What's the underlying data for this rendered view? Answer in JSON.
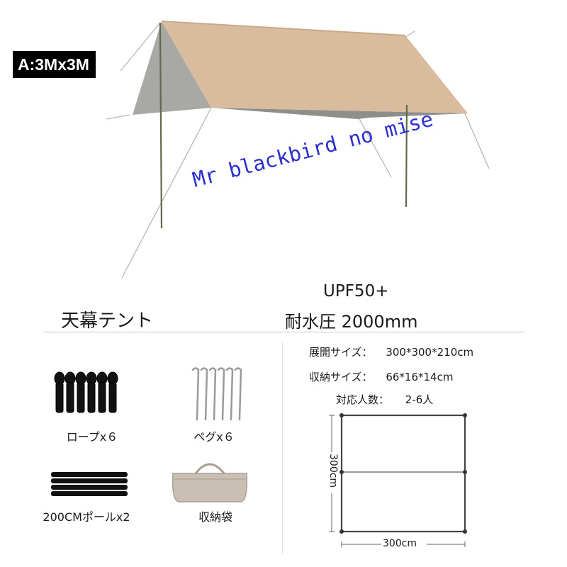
{
  "size_badge": "A:3Mx3M",
  "watermark": "Mr blackbird no mise",
  "product_title": "天幕テント",
  "upf": "UPF50+",
  "water_resistance": "耐水圧 2000mm",
  "specs": [
    {
      "label": "展開サイズ：",
      "value": "300*300*210cm"
    },
    {
      "label": "収納サイズ：",
      "value": "66*16*14cm"
    },
    {
      "label": "対応人数：",
      "value": "2-6人"
    }
  ],
  "accessories": {
    "rope": "ロープx６",
    "peg": "ペグx６",
    "pole": "200CMポールx2",
    "bag": "収納袋"
  },
  "plan": {
    "height_label": "300cm",
    "width_label": "300cm"
  },
  "colors": {
    "tarp": "#d8b99a",
    "tarp_shadow": "#a9a9a6",
    "watermark": "#2b2fd0"
  }
}
